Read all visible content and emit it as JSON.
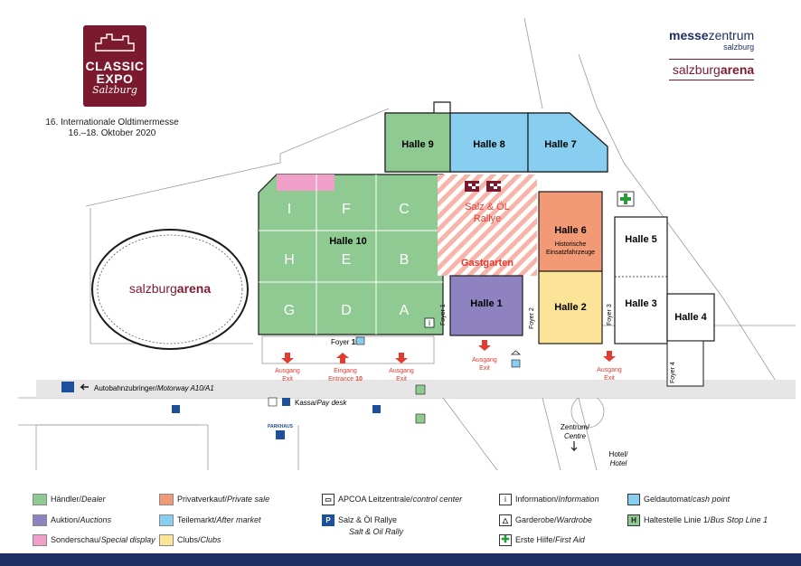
{
  "logo": {
    "line1": "CLASSIC",
    "line2": "EXPO",
    "line3": "Salzburg"
  },
  "event": {
    "line1": "16. Internationale Oldtimermesse",
    "line2": "16.–18. Oktober 2020"
  },
  "brand": {
    "mz_bold": "messe",
    "mz_rest": "zentrum",
    "mz_sub": "salzburg",
    "sa_rest": "salzburg",
    "sa_bold": "arena"
  },
  "map": {
    "arena": {
      "prefix": "salzburg",
      "bold": "arena"
    },
    "halls": {
      "h9": "Halle 9",
      "h8": "Halle 8",
      "h7": "Halle 7",
      "h10": "Halle 10",
      "h6": "Halle 6",
      "h6sub1": "Historische",
      "h6sub2": "Einsatzfahrzeuge",
      "h5": "Halle 5",
      "h3": "Halle 3",
      "h4": "Halle 4",
      "h2": "Halle 2",
      "h1": "Halle 1"
    },
    "sections": [
      "I",
      "C",
      "H",
      "B",
      "G",
      "D",
      "A"
    ],
    "section_e": "E",
    "section_f": "F",
    "rallye": {
      "line1": "Salz & ÖL",
      "line2": "Rallye"
    },
    "gastgarten": "Gastgarten",
    "foyers": {
      "f1": "Foyer 1",
      "f2": "Foyer 2",
      "f3": "Foyer 3",
      "f4": "Foyer 4",
      "f10": "Foyer"
    },
    "foyer10_num": "10",
    "exits": {
      "ausgang": "Ausgang",
      "exit": "Exit",
      "eingang": "Eingang",
      "entrance": "Entrance",
      "entrance_num": "10"
    },
    "road": {
      "bold": "Autobahnzubringer",
      "italic": "Motorway A10/A1"
    },
    "kassa": {
      "bold": "Kassa",
      "italic": "Pay desk"
    },
    "parkhaus": "PARKHAUS",
    "zentrum": {
      "line1": "Zentrum/",
      "line2": "Centre"
    },
    "hotel": {
      "line1": "Hotel/",
      "line2": "Hotel"
    },
    "colors": {
      "green": "#8fca92",
      "blue": "#87cef0",
      "orange": "#f29a76",
      "purple": "#8e83c0",
      "yellow": "#fbe398",
      "pink": "#f0a0c8",
      "red": "#e03c31",
      "navy": "#1d2f62"
    }
  },
  "legend": [
    {
      "id": "dealer",
      "type": "swatch",
      "color": "#8fca92",
      "label": "Händler",
      "italic": "Dealer"
    },
    {
      "id": "auctions",
      "type": "swatch",
      "color": "#8e83c0",
      "label": "Auktion",
      "italic": "Auctions"
    },
    {
      "id": "special",
      "type": "swatch",
      "color": "#f0a0c8",
      "label": "Sonderschau",
      "italic": "Special display"
    },
    {
      "id": "private",
      "type": "swatch",
      "color": "#f29a76",
      "label": "Privatverkauf",
      "italic": "Private sale"
    },
    {
      "id": "aftermarket",
      "type": "swatch",
      "color": "#87cef0",
      "label": "Teilemarkt",
      "italic": "After market"
    },
    {
      "id": "clubs",
      "type": "swatch",
      "color": "#fbe398",
      "label": "Clubs",
      "italic": "Clubs"
    },
    {
      "id": "control",
      "type": "icon",
      "icon": "control-center-icon",
      "label": "APCOA Leitzentrale",
      "italic": "control center"
    },
    {
      "id": "rally",
      "type": "icon",
      "icon": "parking-icon",
      "label": "Salz & Öl Rallye",
      "italic": "Salt & Oil Rally"
    },
    {
      "id": "info",
      "type": "icon",
      "icon": "info-icon",
      "label": "Information",
      "italic": "Information"
    },
    {
      "id": "wardrobe",
      "type": "icon",
      "icon": "wardrobe-icon",
      "label": "Garderobe",
      "italic": "Wardrobe"
    },
    {
      "id": "firstaid",
      "type": "icon",
      "icon": "first-aid-icon",
      "label": "Erste Hilfe",
      "italic": "First Aid"
    },
    {
      "id": "atm",
      "type": "icon",
      "icon": "atm-icon",
      "label": "Geldautomat",
      "italic": "cash point"
    },
    {
      "id": "bus",
      "type": "icon",
      "icon": "bus-stop-icon",
      "label": "Haltestelle Linie 1",
      "italic": "Bus Stop Line 1"
    }
  ]
}
